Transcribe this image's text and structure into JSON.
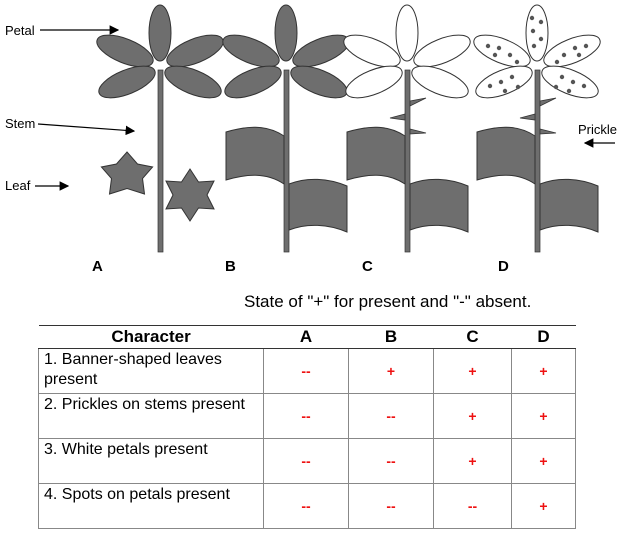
{
  "figure": {
    "callouts": {
      "petal": "Petal",
      "stem": "Stem",
      "leaf": "Leaf",
      "prickle": "Prickle"
    },
    "plants": [
      "A",
      "B",
      "C",
      "D"
    ]
  },
  "note": "State of \"+\" for present and \"-\" absent.",
  "table": {
    "headers": [
      "Character",
      "A",
      "B",
      "C",
      "D"
    ],
    "rows": [
      {
        "character": "1.  Banner-shaped leaves present",
        "states": [
          "--",
          "+",
          "+",
          "+"
        ]
      },
      {
        "character": "2.  Prickles on stems present",
        "states": [
          "--",
          "--",
          "+",
          "+"
        ]
      },
      {
        "character": "3.   White petals present",
        "states": [
          "--",
          "--",
          "+",
          "+"
        ]
      },
      {
        "character": "4.   Spots on petals present",
        "states": [
          "--",
          "--",
          "--",
          "+"
        ]
      }
    ]
  },
  "colors": {
    "plant_fill": "#6e6e6e",
    "plant_outline": "#333333",
    "present_mark": "#ee1111",
    "absent_mark": "#ee1111"
  }
}
